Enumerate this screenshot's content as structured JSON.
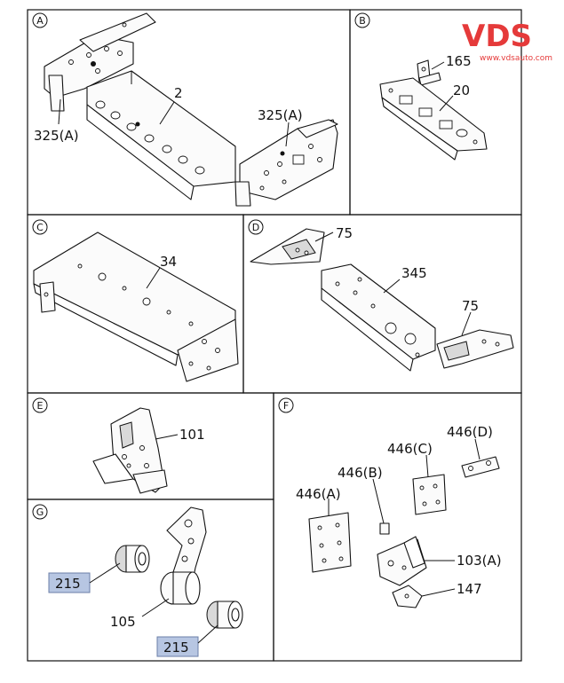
{
  "watermark": {
    "brand": "VDS",
    "url": "www.vdsauto.com"
  },
  "sections": {
    "A": {
      "letter": "A",
      "callouts": {
        "c325a_left": "325(A)",
        "c2": "2",
        "c325a_right": "325(A)"
      }
    },
    "B": {
      "letter": "B",
      "callouts": {
        "c165": "165",
        "c20": "20"
      }
    },
    "C": {
      "letter": "C",
      "callouts": {
        "c34": "34"
      }
    },
    "D": {
      "letter": "D",
      "callouts": {
        "c75_top": "75",
        "c345": "345",
        "c75_bottom": "75"
      }
    },
    "E": {
      "letter": "E",
      "callouts": {
        "c101": "101"
      }
    },
    "F": {
      "letter": "F",
      "callouts": {
        "c446a": "446(A)",
        "c446b": "446(B)",
        "c446c": "446(C)",
        "c446d": "446(D)",
        "c103a": "103(A)",
        "c147": "147"
      }
    },
    "G": {
      "letter": "G",
      "callouts": {
        "c215_top": "215",
        "c105": "105",
        "c215_bottom": "215"
      }
    }
  },
  "colors": {
    "highlight": "#b7c6e2",
    "watermark": "#e53a3a",
    "line": "#111111"
  }
}
